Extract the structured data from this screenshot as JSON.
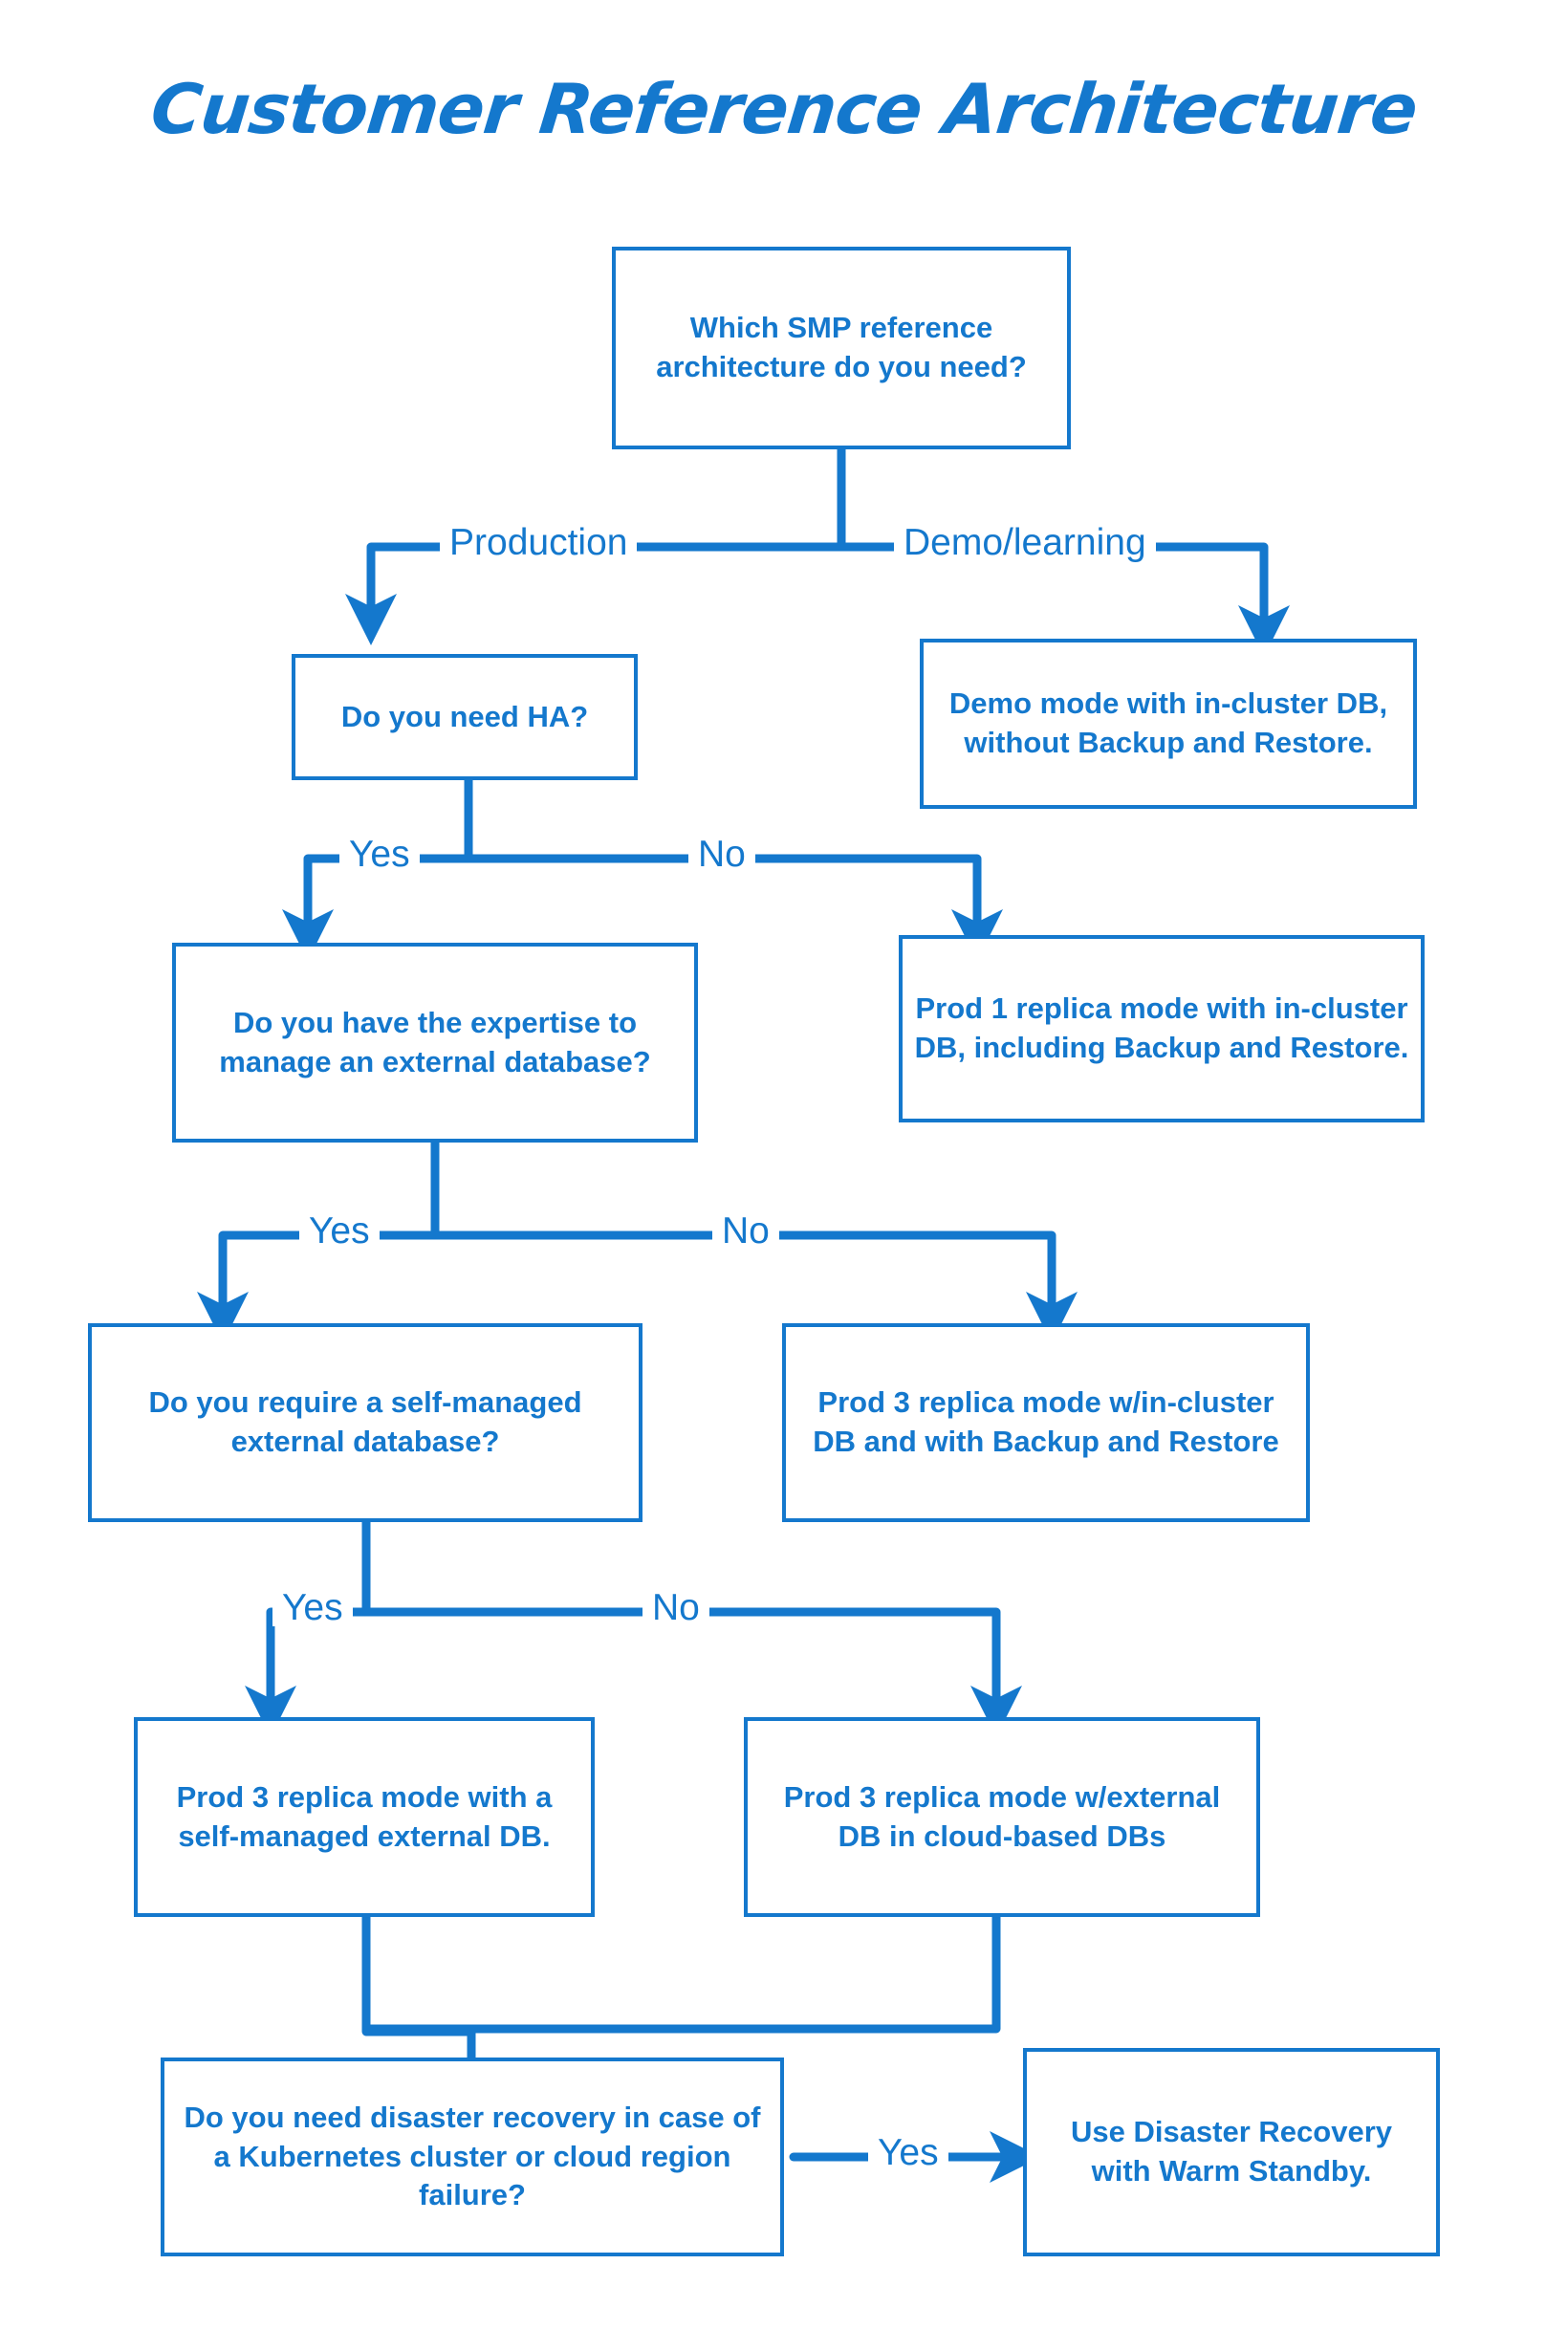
{
  "page": {
    "title": "Customer Reference Architecture",
    "background_color": "#ffffff",
    "accent_color": "#1478CD"
  },
  "chart_data": {
    "type": "diagram",
    "diagram_type": "decision-flowchart",
    "title": "Customer Reference Architecture",
    "nodes": [
      {
        "id": "n1",
        "kind": "decision",
        "text": "Which SMP reference architecture do you need?"
      },
      {
        "id": "n2",
        "kind": "decision",
        "text": "Do you need HA?"
      },
      {
        "id": "n3",
        "kind": "outcome",
        "text": "Demo mode with in-cluster DB, without Backup and Restore."
      },
      {
        "id": "n4",
        "kind": "decision",
        "text": "Do you have the expertise to manage an external database?"
      },
      {
        "id": "n5",
        "kind": "outcome",
        "text": "Prod 1 replica mode with in-cluster DB, including Backup and Restore."
      },
      {
        "id": "n6",
        "kind": "decision",
        "text": "Do you require a self-managed external database?"
      },
      {
        "id": "n7",
        "kind": "outcome",
        "text": "Prod 3 replica mode w/in-cluster DB and with Backup and Restore"
      },
      {
        "id": "n8",
        "kind": "outcome",
        "text": "Prod 3 replica mode with a self-managed external DB."
      },
      {
        "id": "n9",
        "kind": "outcome",
        "text": "Prod 3 replica mode w/external DB in cloud-based DBs"
      },
      {
        "id": "n10",
        "kind": "decision",
        "text": "Do you need disaster recovery in case of a Kubernetes cluster or cloud region failure?"
      },
      {
        "id": "n11",
        "kind": "outcome",
        "text": "Use Disaster Recovery with Warm Standby."
      }
    ],
    "edges": [
      {
        "from": "n1",
        "to": "n2",
        "label": "Production"
      },
      {
        "from": "n1",
        "to": "n3",
        "label": "Demo/learning"
      },
      {
        "from": "n2",
        "to": "n4",
        "label": "Yes"
      },
      {
        "from": "n2",
        "to": "n5",
        "label": "No"
      },
      {
        "from": "n4",
        "to": "n6",
        "label": "Yes"
      },
      {
        "from": "n4",
        "to": "n7",
        "label": "No"
      },
      {
        "from": "n6",
        "to": "n8",
        "label": "Yes"
      },
      {
        "from": "n6",
        "to": "n9",
        "label": "No"
      },
      {
        "from": "n8",
        "to": "n10",
        "label": ""
      },
      {
        "from": "n9",
        "to": "n10",
        "label": ""
      },
      {
        "from": "n10",
        "to": "n11",
        "label": "Yes"
      }
    ]
  },
  "nodes": {
    "n1": "Which SMP reference architecture do you need?",
    "n2": "Do you need HA?",
    "n3": "Demo mode with in-cluster DB, without Backup and Restore.",
    "n4": "Do you have the expertise to manage an external database?",
    "n5": "Prod 1 replica mode with in-cluster DB, including Backup and Restore.",
    "n6": "Do you require a self-managed external database?",
    "n7": "Prod 3 replica mode w/in-cluster DB and with Backup and Restore",
    "n8": "Prod 3 replica mode with a self-managed external DB.",
    "n9": "Prod 3 replica mode w/external DB in cloud-based DBs",
    "n10": "Do you need disaster recovery in case of a Kubernetes cluster or cloud region failure?",
    "n11": "Use Disaster Recovery with Warm Standby."
  },
  "labels": {
    "production": "Production",
    "demo_learning": "Demo/learning",
    "ha_yes": "Yes",
    "ha_no": "No",
    "expertise_yes": "Yes",
    "expertise_no": "No",
    "selfmanaged_yes": "Yes",
    "selfmanaged_no": "No",
    "dr_yes": "Yes"
  }
}
